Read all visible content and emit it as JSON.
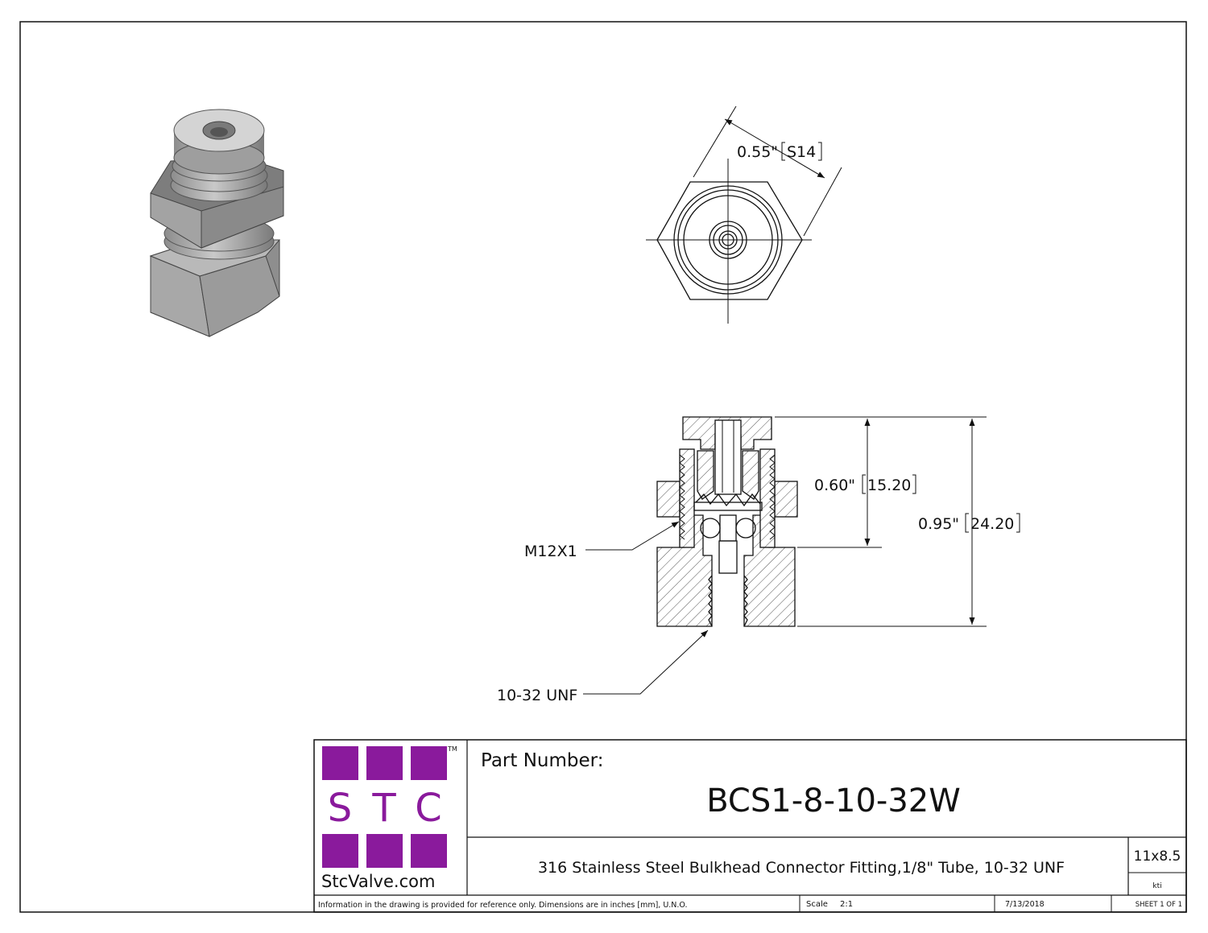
{
  "drawing": {
    "top_view_dim": {
      "value": "0.55\"",
      "bracket": "S14"
    },
    "dim_short": {
      "value": "0.60\"",
      "bracket": "15.20"
    },
    "dim_long": {
      "value": "0.95\"",
      "bracket": "24.20"
    },
    "thread_upper": "M12X1",
    "thread_lower": "10-32 UNF"
  },
  "logo": {
    "letters": [
      "S",
      "T",
      "C"
    ],
    "tm": "TM",
    "website": "StcValve.com",
    "color": "#8a1a9c"
  },
  "title_block": {
    "part_number_label": "Part Number:",
    "part_number": "BCS1-8-10-32W",
    "description": "316 Stainless Steel Bulkhead Connector Fitting,1/8\" Tube, 10-32 UNF",
    "size": "11x8.5",
    "drawn_by": "kti",
    "note": "Information in the drawing is provided for reference only. Dimensions are in inches [mm], U.N.O.",
    "scale_label": "Scale",
    "scale": "2:1",
    "date": "7/13/2018",
    "sheet": "SHEET 1 OF 1"
  }
}
